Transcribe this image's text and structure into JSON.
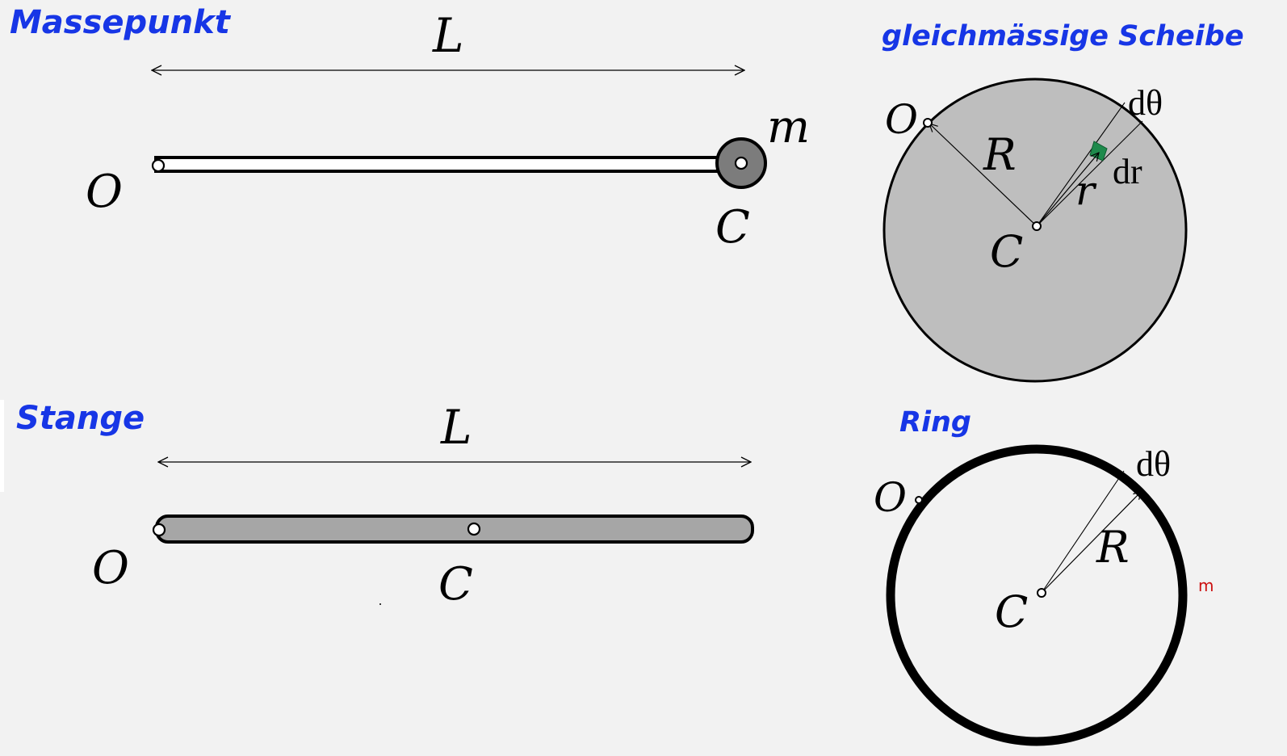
{
  "sections": {
    "point_mass": {
      "title": "Massepunkt",
      "length_label": "L",
      "pivot_label": "O",
      "mass_label": "m",
      "center_label": "C"
    },
    "rod": {
      "title": "Stange",
      "length_label": "L",
      "pivot_label": "O",
      "center_label": "C"
    },
    "disk": {
      "title": "gleichmässige Scheibe",
      "pivot_label": "O",
      "radius_label": "R",
      "center_label": "C",
      "small_radius_label": "r",
      "angle_element_d": "d",
      "angle_element_symbol": "θ",
      "radial_element_d": "d",
      "radial_element_symbol": "r"
    },
    "ring": {
      "title": "Ring",
      "pivot_label": "O",
      "radius_label": "R",
      "center_label": "C",
      "angle_element_d": "d",
      "angle_element_symbol": "θ",
      "mass_label": "m"
    }
  },
  "colors": {
    "heading": "#1736e6",
    "background": "#f2f2f2",
    "disk_fill": "#bebebe",
    "rod_fill": "#a6a6a6",
    "mass_fill": "#7c7c7c",
    "mass_element": "#1e8a4c",
    "ring_mass_label": "#cc1111"
  }
}
